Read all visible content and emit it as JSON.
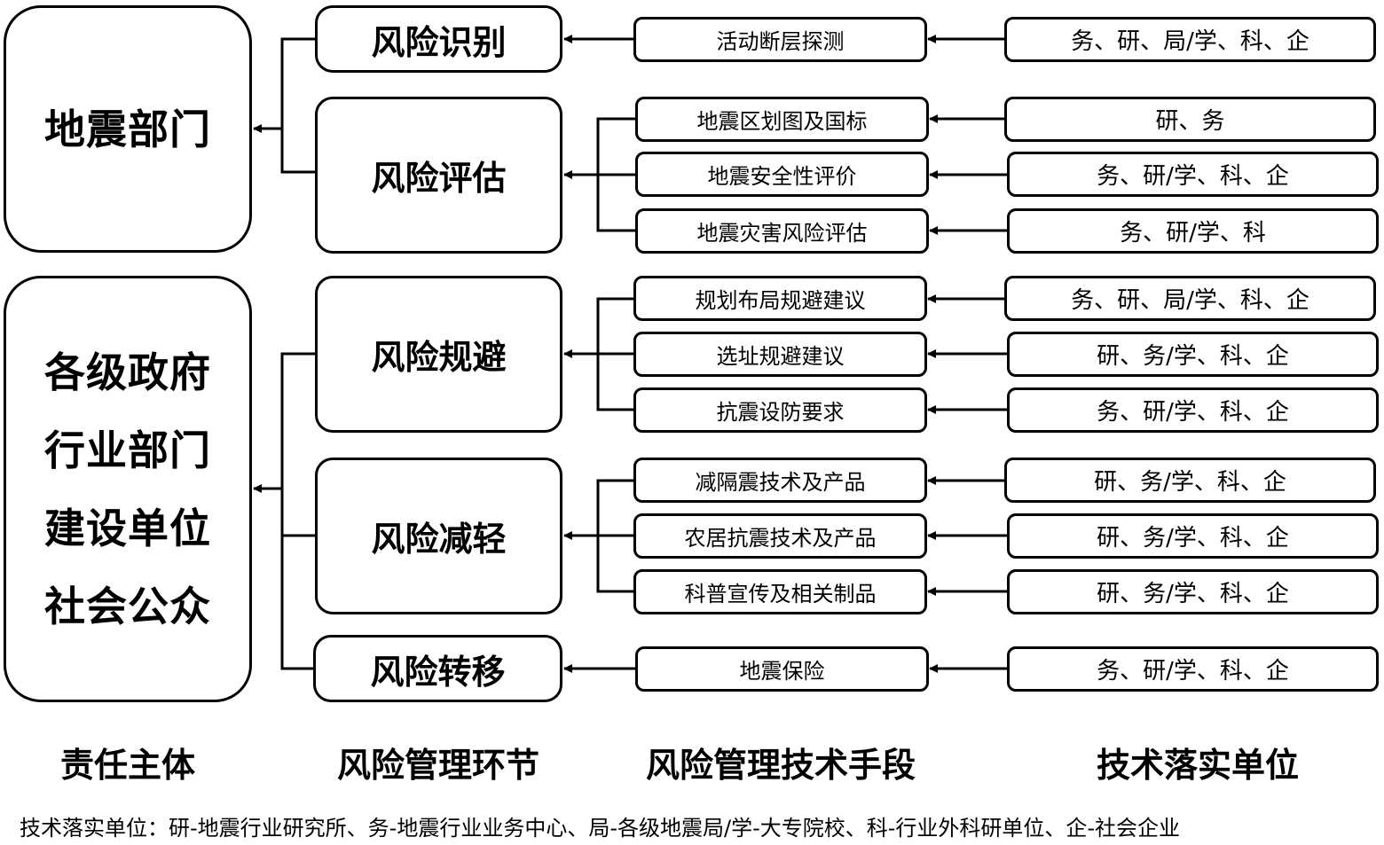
{
  "entities": [
    {
      "lines": [
        "地震部门"
      ]
    },
    {
      "lines": [
        "各级政府",
        "行业部门",
        "建设单位",
        "社会公众"
      ]
    }
  ],
  "stages": [
    {
      "label": "风险识别"
    },
    {
      "label": "风险评估"
    },
    {
      "label": "风险规避"
    },
    {
      "label": "风险减轻"
    },
    {
      "label": "风险转移"
    }
  ],
  "methods": [
    {
      "label": "活动断层探测",
      "unit": "务、研、局/学、科、企"
    },
    {
      "label": "地震区划图及国标",
      "unit": "研、务"
    },
    {
      "label": "地震安全性评价",
      "unit": "务、研/学、科、企"
    },
    {
      "label": "地震灾害风险评估",
      "unit": "务、研/学、科"
    },
    {
      "label": "规划布局规避建议",
      "unit": "务、研、局/学、科、企"
    },
    {
      "label": "选址规避建议",
      "unit": "研、务/学、科、企"
    },
    {
      "label": "抗震设防要求",
      "unit": "务、研/学、科、企"
    },
    {
      "label": "减隔震技术及产品",
      "unit": "研、务/学、科、企"
    },
    {
      "label": "农居抗震技术及产品",
      "unit": "研、务/学、科、企"
    },
    {
      "label": "科普宣传及相关制品",
      "unit": "研、务/学、科、企"
    },
    {
      "label": "地震保险",
      "unit": "务、研/学、科、企"
    }
  ],
  "headers": {
    "entity": "责任主体",
    "stage": "风险管理环节",
    "method": "风险管理技术手段",
    "unit": "技术落实单位"
  },
  "legend": "技术落实单位：研-地震行业研究所、务-地震行业业务中心、局-各级地震局/学-大专院校、科-行业外科研单位、企-社会企业"
}
